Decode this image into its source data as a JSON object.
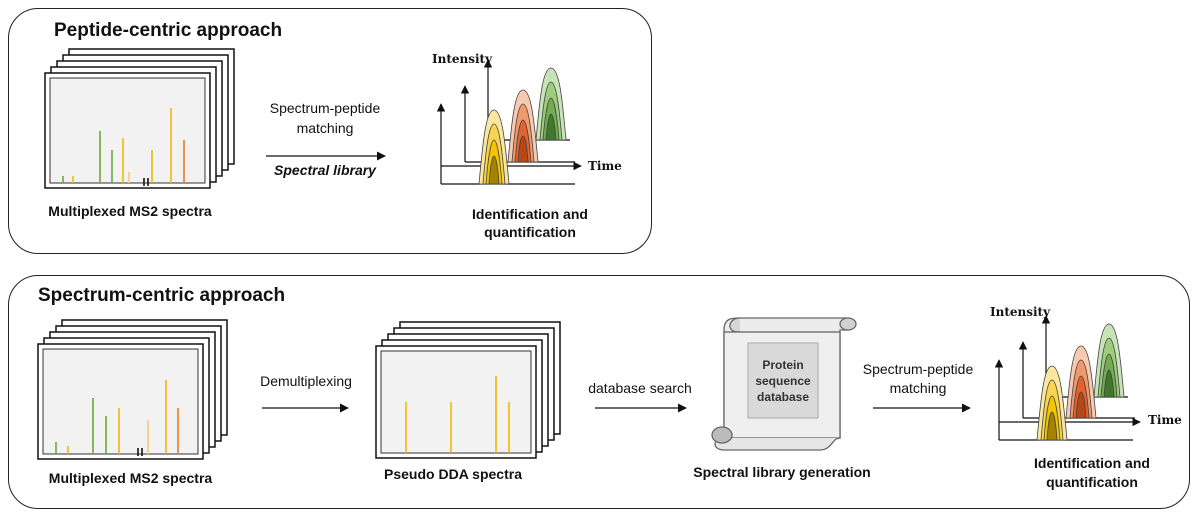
{
  "peptide_centric": {
    "title": "Peptide-centric approach",
    "spectra_label": "Multiplexed MS2 spectra",
    "arrow_label_line1": "Spectrum-peptide",
    "arrow_label_line2": "matching",
    "arrow_label_italic": "Spectral library",
    "chart": {
      "y_axis": "Intensity",
      "x_axis": "Time"
    },
    "result_line1": "Identification and",
    "result_line2": "quantification"
  },
  "spectrum_centric": {
    "title": "Spectrum-centric approach",
    "spectra_label": "Multiplexed MS2 spectra",
    "demux_label": "Demultiplexing",
    "pseudo_label": "Pseudo DDA spectra",
    "search_label": "database search",
    "database_line1": "Protein",
    "database_line2": "sequence",
    "database_line3": "database",
    "library_label": "Spectral library generation",
    "match_line1": "Spectrum-peptide",
    "match_line2": "matching",
    "chart": {
      "y_axis": "Intensity",
      "x_axis": "Time"
    },
    "result_line1": "Identification and",
    "result_line2": "quantification"
  },
  "colors": {
    "green": "#6aaa3a",
    "yellow": "#f2b705",
    "orange": "#e67e22",
    "peak_yellow": "#f2c500",
    "peak_orange": "#e5632b",
    "peak_green": "#4e8a3a"
  }
}
